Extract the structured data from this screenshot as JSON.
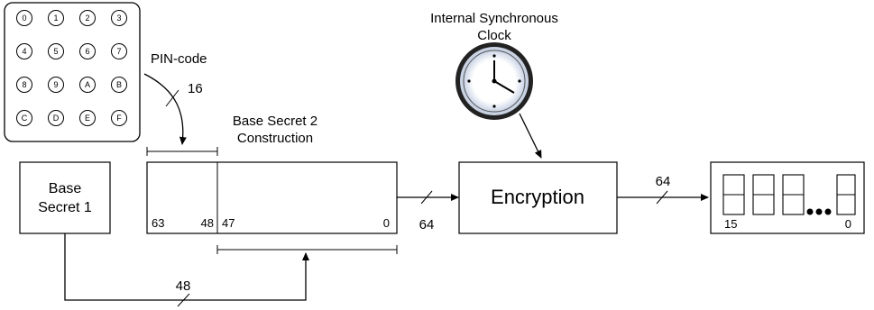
{
  "keypad": {
    "keys": [
      "0",
      "1",
      "2",
      "3",
      "4",
      "5",
      "6",
      "7",
      "8",
      "9",
      "A",
      "B",
      "C",
      "D",
      "E",
      "F"
    ]
  },
  "labels": {
    "pin_code": "PIN-code",
    "pin_bits": "16",
    "clock_line1": "Internal Synchronous",
    "clock_line2": "Clock",
    "base_secret1_line1": "Base",
    "base_secret1_line2": "Secret 1",
    "base_secret2_line1": "Base Secret 2",
    "base_secret2_line2": "Construction",
    "bit_63": "63",
    "bit_48": "48",
    "bit_47": "47",
    "bit_0": "0",
    "bus_64_left": "64",
    "encryption": "Encryption",
    "bus_64_right": "64",
    "bus_48": "48",
    "display_15": "15",
    "display_0": "0"
  }
}
